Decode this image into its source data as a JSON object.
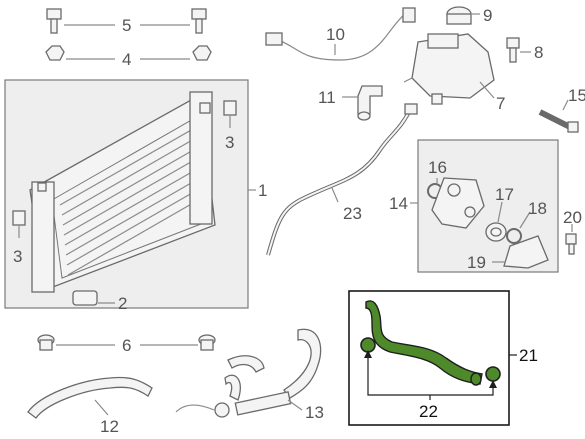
{
  "colors": {
    "background": "#ffffff",
    "part_stroke": "#6a6a6a",
    "part_fill": "#f4f4f4",
    "box_bg": "#eeeeee",
    "highlight": "#4e8a2a",
    "callout_text": "#555555",
    "highlight_text": "#111111"
  },
  "callouts": {
    "c1": "1",
    "c2": "2",
    "c3a": "3",
    "c3b": "3",
    "c4": "4",
    "c5": "5",
    "c6": "6",
    "c7": "7",
    "c8": "8",
    "c9": "9",
    "c10": "10",
    "c11": "11",
    "c12": "12",
    "c13": "13",
    "c14": "14",
    "c15": "15",
    "c16": "16",
    "c17": "17",
    "c18": "18",
    "c19": "19",
    "c20": "20",
    "c21": "21",
    "c22": "22",
    "c23": "23"
  }
}
